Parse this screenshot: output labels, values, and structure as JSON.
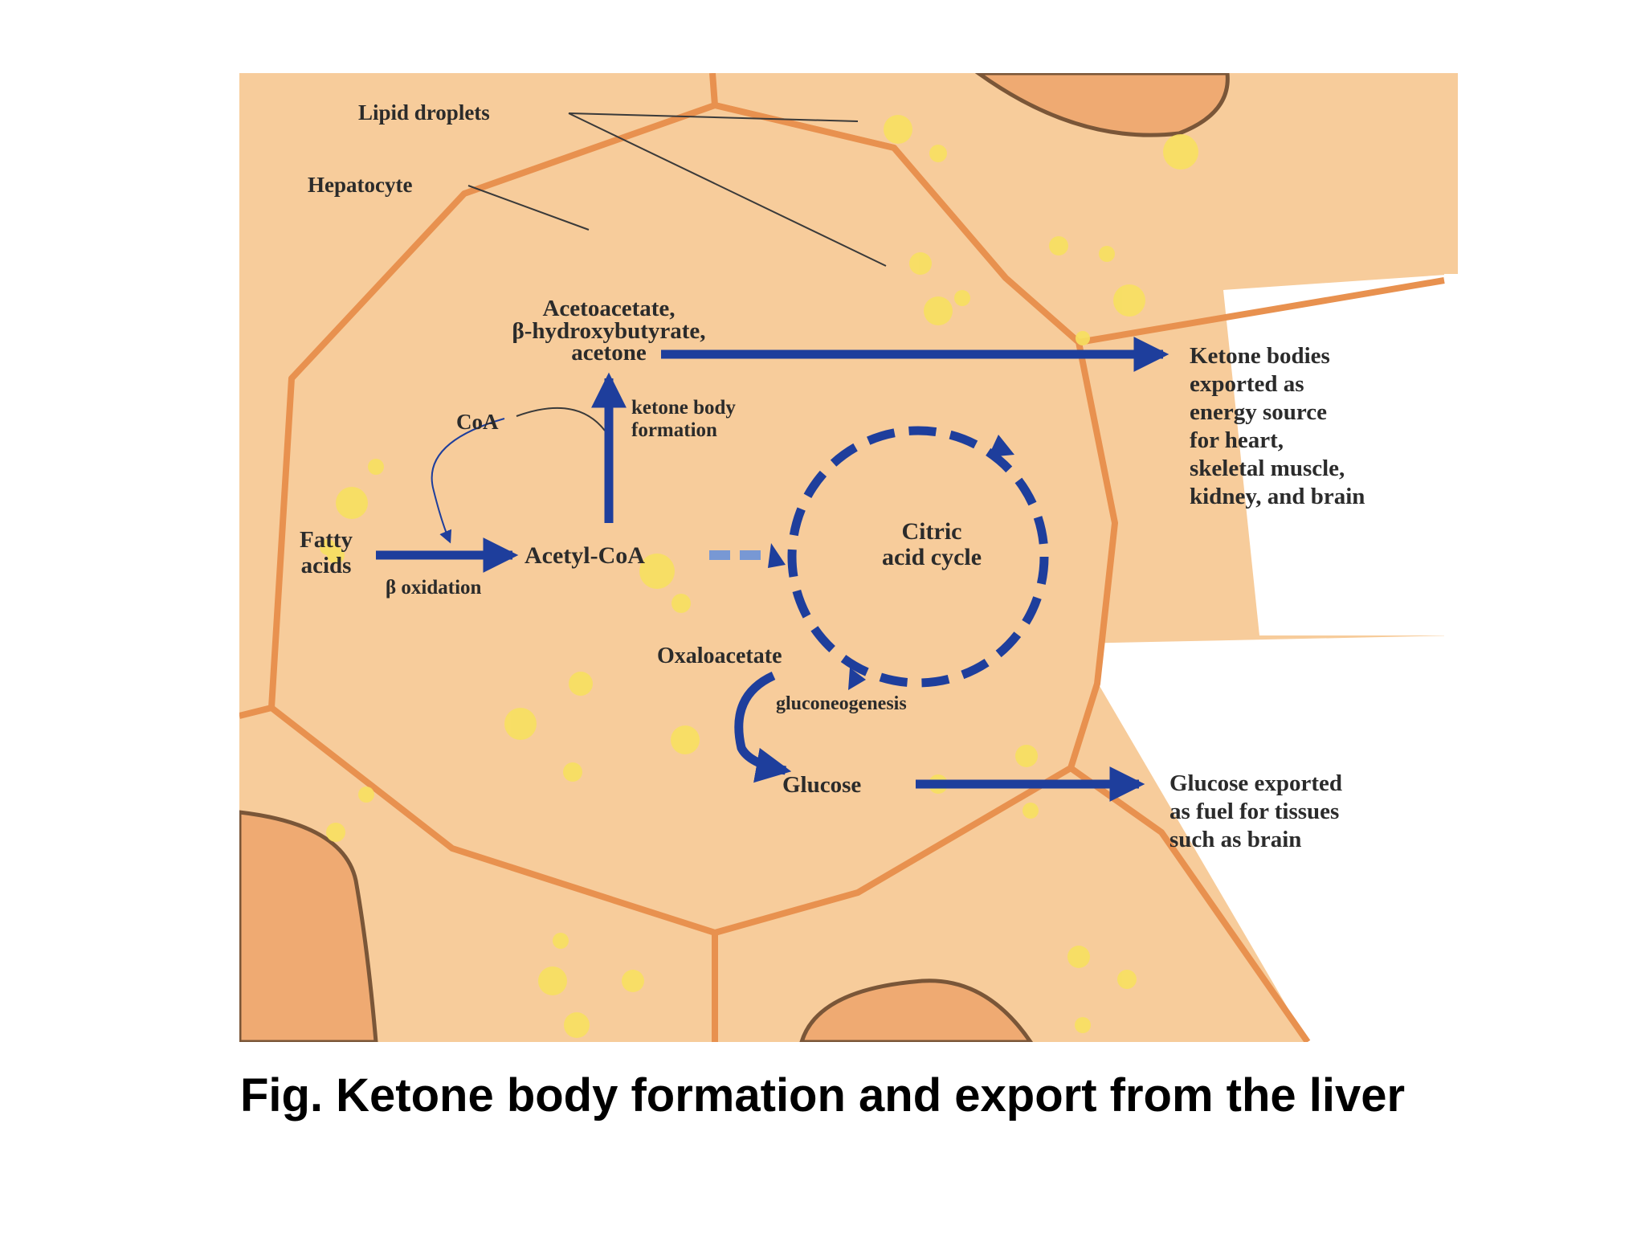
{
  "labels": {
    "lipid_droplets": "Lipid droplets",
    "hepatocyte": "Hepatocyte",
    "ketone_products": [
      "Acetoacetate,",
      "β-hydroxybutyrate,",
      "acetone"
    ],
    "coa": "CoA",
    "ketone_body_formation": [
      "ketone body",
      "formation"
    ],
    "fatty_acids": [
      "Fatty",
      "acids"
    ],
    "beta_oxidation": "β oxidation",
    "acetyl_coa": "Acetyl-CoA",
    "citric_acid_cycle": [
      "Citric",
      "acid cycle"
    ],
    "oxaloacetate": "Oxaloacetate",
    "gluconeogenesis": "gluconeogenesis",
    "glucose": "Glucose",
    "ketone_export": [
      "Ketone bodies",
      "exported as",
      "energy source",
      "for heart,",
      "skeletal muscle,",
      "kidney, and brain"
    ],
    "glucose_export": [
      "Glucose exported",
      "as fuel for tissues",
      "such as brain"
    ]
  },
  "caption": "Fig. Ketone body formation and export from the liver",
  "colors": {
    "cell_fill": "#f7cc9b",
    "cell_border": "#e8914f",
    "nucleus_fill": "#efaa72",
    "nucleus_border": "#7a5638",
    "lipid": "#f7e060",
    "arrow": "#1e3e9c",
    "dashed_arrow": "#7898d4"
  }
}
